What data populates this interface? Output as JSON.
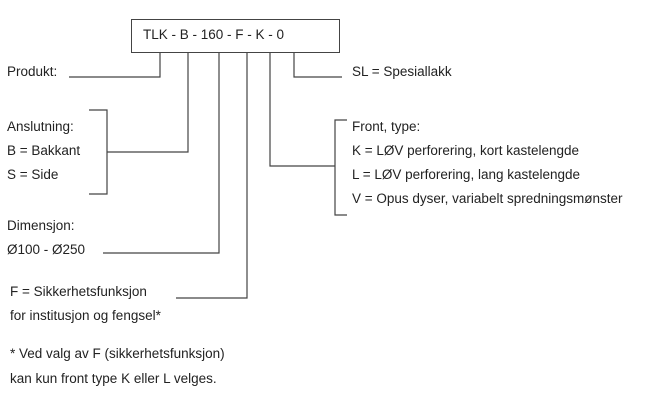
{
  "code": "TLK - B - 160 - F - K - 0",
  "produkt": "Produkt:",
  "anslutning": {
    "title": "Anslutning:",
    "options": [
      "B = Bakkant",
      "S = Side"
    ]
  },
  "dimensjon": {
    "title": "Dimensjon:",
    "range": "Ø100 - Ø250"
  },
  "sikkerhet": {
    "line1": "F = Sikkerhetsfunksjon",
    "line2": "for institusjon og fengsel*"
  },
  "note": {
    "line1": "* Ved valg av F (sikkerhetsfunksjon)",
    "line2": "kan kun front type K eller L velges."
  },
  "lakk": "SL = Spesiallakk",
  "front": {
    "title": "Front, type:",
    "options": [
      "K = LØV perforering, kort kastelengde",
      "L = LØV perforering, lang kastelengde",
      "V = Opus dyser, variabelt spredningsmønster"
    ]
  }
}
